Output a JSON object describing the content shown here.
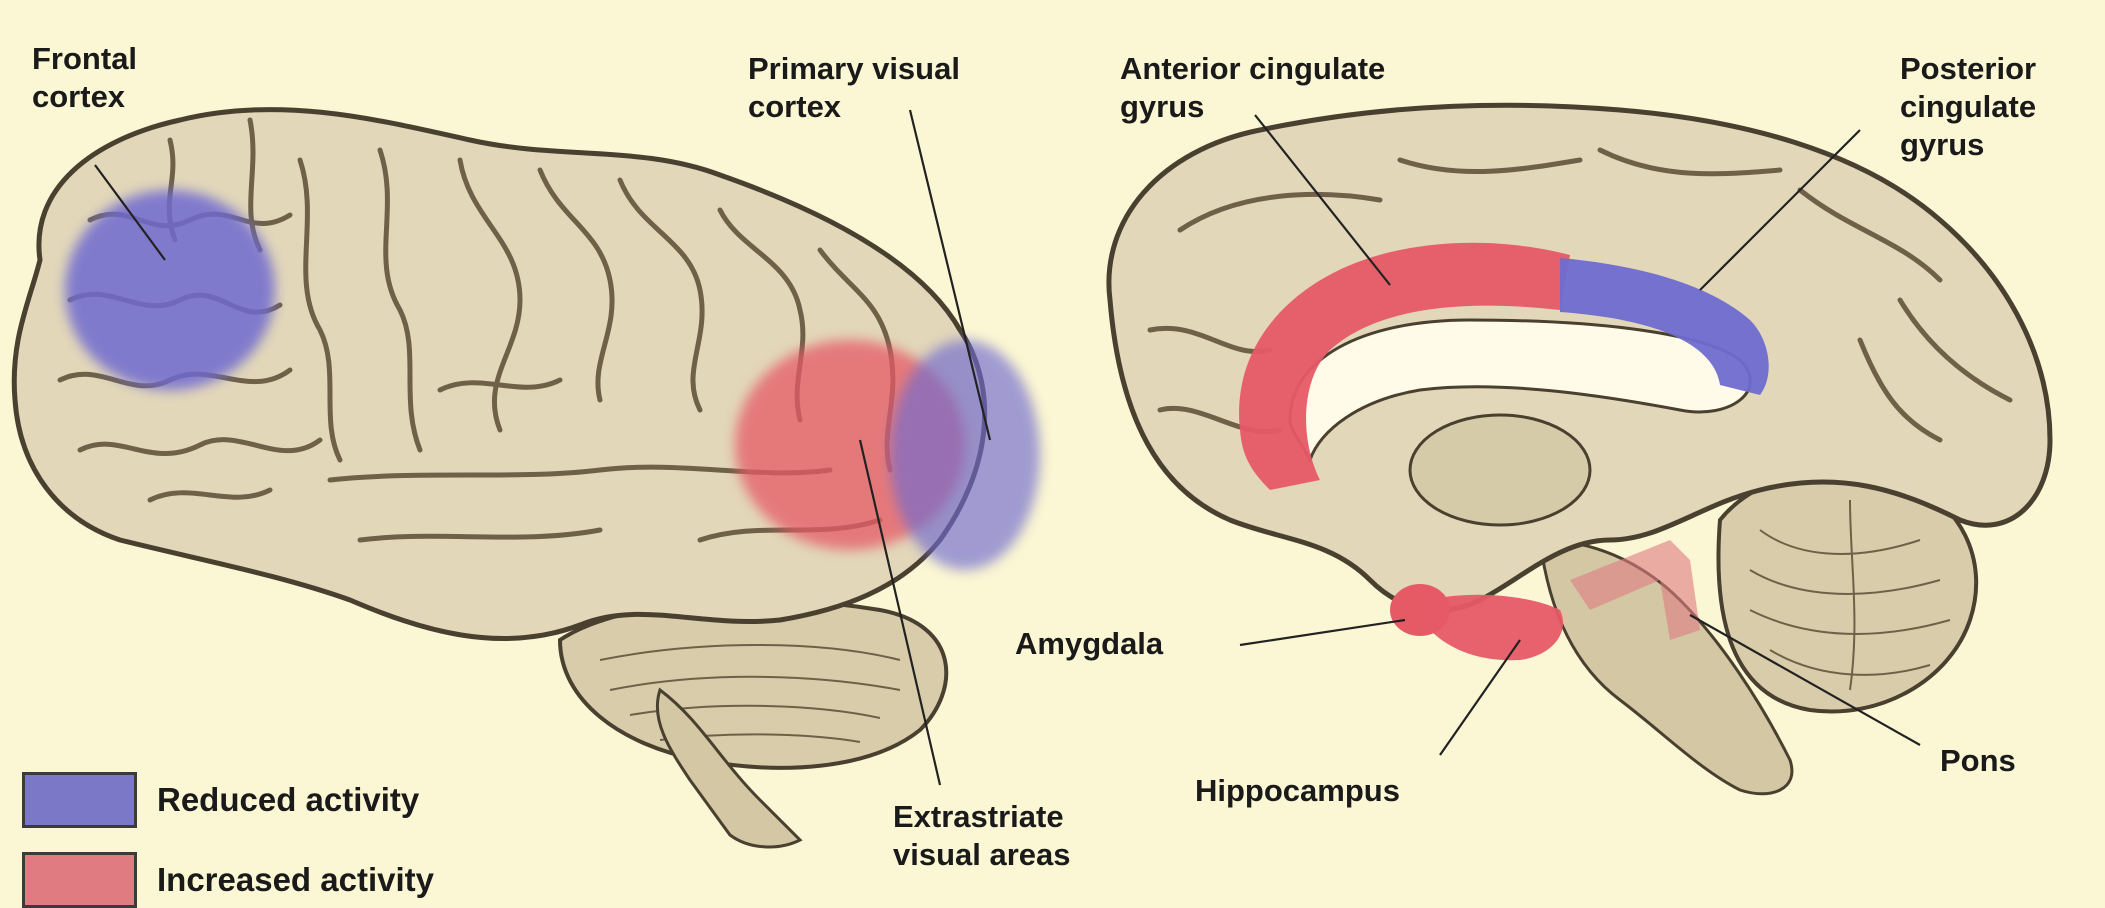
{
  "labels": {
    "frontal_cortex": "Frontal\ncortex",
    "primary_visual_cortex": "Primary visual\ncortex",
    "anterior_cingulate_gyrus": "Anterior cingulate\ngyrus",
    "posterior_cingulate_gyrus": "Posterior\ncingulate\ngyrus",
    "amygdala": "Amygdala",
    "hippocampus": "Hippocampus",
    "pons": "Pons",
    "extrastriate_visual_areas": "Extrastriate\nvisual areas"
  },
  "legend": {
    "reduced": {
      "label": "Reduced activity",
      "color": "#7b78c8"
    },
    "increased": {
      "label": "Increased activity",
      "color": "#e07b82"
    }
  },
  "colors": {
    "background": "#fbf6d3",
    "brain_fill": "#e2d7b9",
    "brain_outline": "#4a4030",
    "sulcus": "#6e6148",
    "reduced_region": "#6f6bd0",
    "increased_region": "#e65a66"
  }
}
